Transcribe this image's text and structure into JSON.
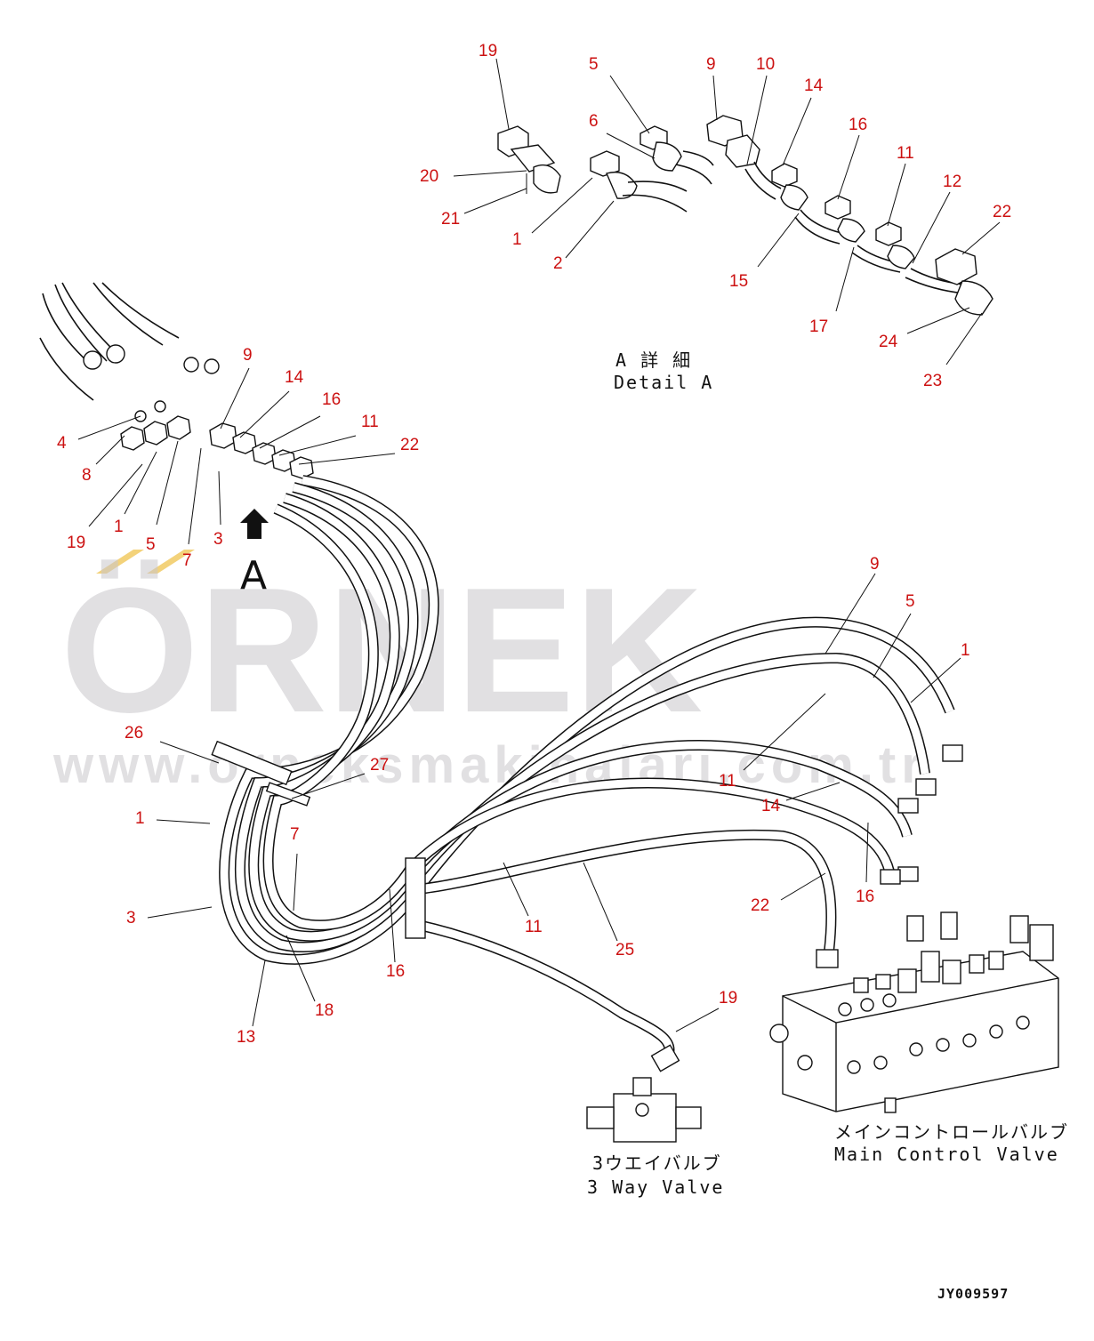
{
  "watermark": {
    "brand": "ÖRNEK",
    "url": "www.orneksmakinalari.com.tr",
    "accent_color": "#f3d27a",
    "text_color": "#c9c7cc"
  },
  "detail_view": {
    "title_jp": "A 詳 細",
    "title_en": "Detail A",
    "callouts": [
      "19",
      "20",
      "21",
      "5",
      "6",
      "1",
      "2",
      "9",
      "10",
      "14",
      "16",
      "15",
      "11",
      "12",
      "17",
      "22",
      "24",
      "23"
    ]
  },
  "view_arrow_label": "A",
  "left_group_callouts": [
    "9",
    "14",
    "16",
    "11",
    "22",
    "4",
    "8",
    "19",
    "1",
    "5",
    "7",
    "3"
  ],
  "main_callouts": [
    "9",
    "5",
    "1",
    "11",
    "14",
    "22",
    "16",
    "26",
    "27",
    "1",
    "7",
    "3",
    "11",
    "25",
    "16",
    "18",
    "13",
    "19"
  ],
  "components": {
    "three_way_valve_jp": "3ウエイバルブ",
    "three_way_valve_en": "3 Way Valve",
    "main_valve_jp": "メインコントロールバルブ",
    "main_valve_en": "Main Control Valve"
  },
  "drawing_code": "JY009597",
  "colors": {
    "callout": "#cc1111",
    "line": "#111111"
  }
}
